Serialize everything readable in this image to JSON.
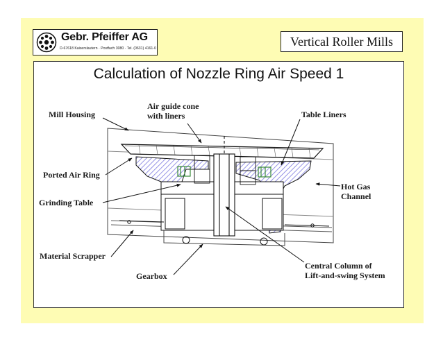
{
  "header": {
    "company_name": "Gebr. Pfeiffer AG",
    "company_address": "D-67618 Kaiserslautern · Postfach 3080 · Tel. (0631) 4161-0",
    "slide_series_title": "Vertical Roller Mills"
  },
  "slide": {
    "heading": "Calculation of Nozzle Ring Air Speed 1"
  },
  "diagram": {
    "labels": {
      "mill_housing": "Mill Housing",
      "air_guide_cone_line1": "Air guide cone",
      "air_guide_cone_line2": "with liners",
      "table_liners": "Table Liners",
      "ported_air_ring": "Ported Air Ring",
      "hot_gas_channel_line1": "Hot Gas",
      "hot_gas_channel_line2": "Channel",
      "grinding_table": "Grinding Table",
      "material_scrapper": "Material Scrapper",
      "gearbox": "Gearbox",
      "central_column_line1": "Central Column of",
      "central_column_line2": "Lift-and-swing System"
    },
    "colors": {
      "hatch": "#7b78e0",
      "line": "#111111",
      "background": "#fefcb4"
    }
  }
}
